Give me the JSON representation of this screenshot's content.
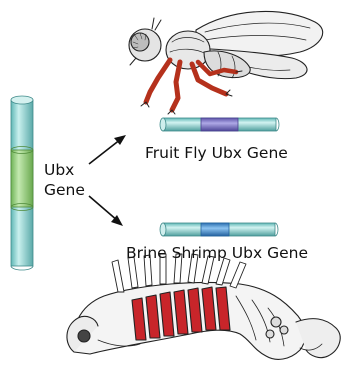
{
  "labels": {
    "gene_line1": "Ubx",
    "gene_line2": "Gene",
    "fruit_fly_gene": "Fruit Fly Ubx Gene",
    "brine_shrimp_gene": "Brine Shrimp Ubx Gene"
  },
  "colors": {
    "gene_body": "#9fd8d6",
    "gene_outline": "#3f8a8a",
    "ubx_segment_vertical": "#8cc874",
    "fly_ubx_segment": "#8078c8",
    "shrimp_ubx_segment": "#3c8ccc",
    "fly_legs": "#b5311c",
    "shrimp_legs": "#c8252a"
  },
  "icons": [
    "fruit-fly-illustration",
    "brine-shrimp-illustration",
    "arrow-up-right-icon",
    "arrow-down-right-icon"
  ]
}
